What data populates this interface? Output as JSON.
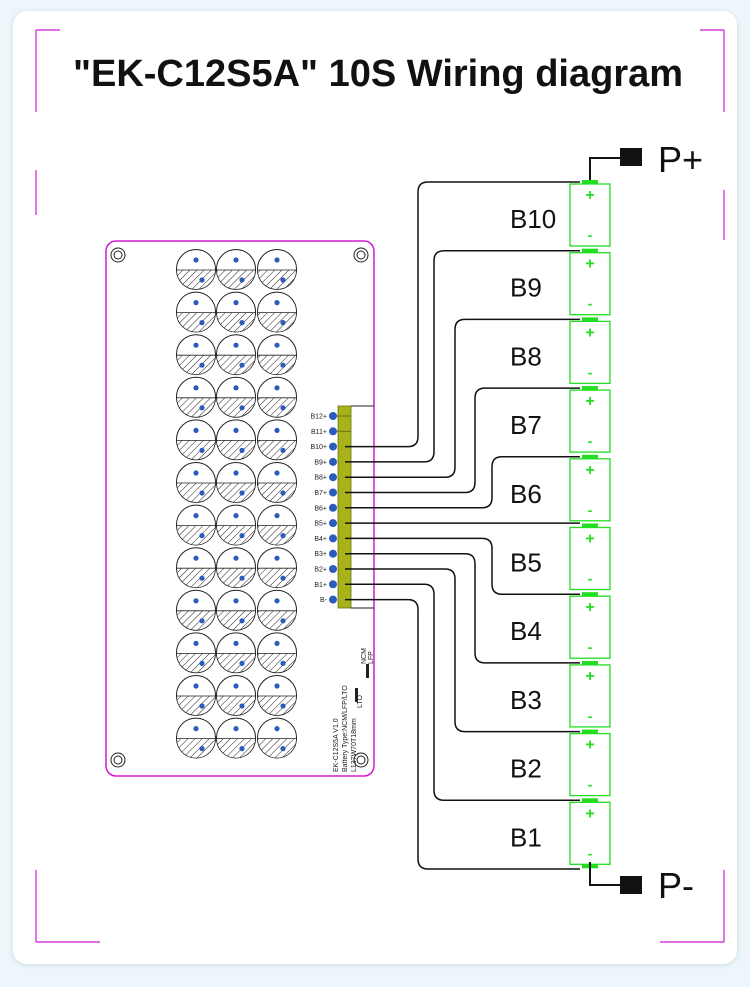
{
  "title": "\"EK-C12S5A\"  10S Wiring diagram",
  "pack_terminals": {
    "positive": "P+",
    "negative": "P-"
  },
  "cell_polarity": {
    "plus": "+",
    "minus": "-"
  },
  "cells": [
    "B10",
    "B9",
    "B8",
    "B7",
    "B6",
    "B5",
    "B4",
    "B3",
    "B2",
    "B1"
  ],
  "connector_pins": [
    "B12+",
    "B11+",
    "B10+",
    "B9+",
    "B8+",
    "B7+",
    "B6+",
    "B5+",
    "B4+",
    "B3+",
    "B2+",
    "B1+",
    "B-"
  ],
  "board": {
    "silkscreen": [
      "EK-C12S5A V1.0",
      "Battery Type:NCM/LFP/LTO",
      "L137W70T18mm"
    ],
    "selector_labels": {
      "top": "NCM",
      "middle": "LFP",
      "bottom": "LTO"
    }
  },
  "colors": {
    "accent_magenta": "#d01bd0",
    "cell_green": "#22dd22",
    "connector_olive": "#a8b31a",
    "pin_blue": "#2a5bbd",
    "wire": "#111111",
    "background": "#ffffff"
  }
}
